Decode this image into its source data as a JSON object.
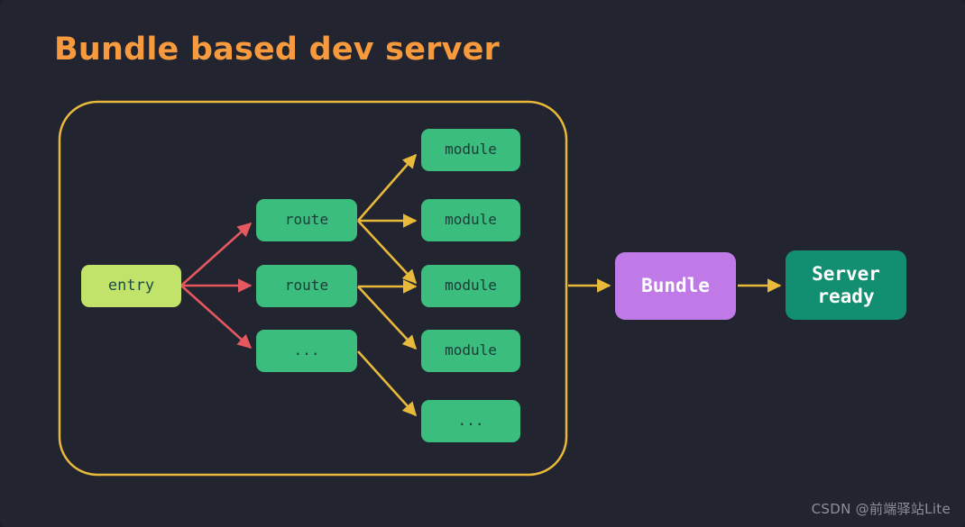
{
  "slide": {
    "title": "Bundle based dev server",
    "background_color": "#22242f",
    "title_color": "#f79a3e",
    "watermark": "CSDN @前端驿站Lite"
  },
  "container": {
    "name": "bundle-graph-container",
    "border_color": "#e8b93a"
  },
  "colors": {
    "entry_box": "#c1e36a",
    "route_box": "#3bbd7e",
    "module_box": "#3bbd7e",
    "bundle_box": "#c07ae8",
    "server_box": "#128f71",
    "entry_arrow": "#e5585f",
    "graph_arrow": "#e8b93a",
    "box_text_dark": "#1d3b38",
    "box_text_light": "#ffffff"
  },
  "nodes": {
    "entry": {
      "label": "entry"
    },
    "routes": [
      {
        "label": "route"
      },
      {
        "label": "route"
      },
      {
        "label": "..."
      }
    ],
    "modules": [
      {
        "label": "module"
      },
      {
        "label": "module"
      },
      {
        "label": "module"
      },
      {
        "label": "module"
      },
      {
        "label": "..."
      }
    ],
    "bundle": {
      "label": "Bundle"
    },
    "server": {
      "label": "Server\nready"
    }
  },
  "edges": [
    {
      "from": "entry",
      "to": "route-1",
      "color": "#e5585f"
    },
    {
      "from": "entry",
      "to": "route-2",
      "color": "#e5585f"
    },
    {
      "from": "entry",
      "to": "route-3",
      "color": "#e5585f"
    },
    {
      "from": "route-1",
      "to": "module-1",
      "color": "#e8b93a"
    },
    {
      "from": "route-1",
      "to": "module-2",
      "color": "#e8b93a"
    },
    {
      "from": "route-1",
      "to": "module-3",
      "color": "#e8b93a"
    },
    {
      "from": "route-2",
      "to": "module-3",
      "color": "#e8b93a"
    },
    {
      "from": "route-2",
      "to": "module-4",
      "color": "#e8b93a"
    },
    {
      "from": "route-3",
      "to": "module-5",
      "color": "#e8b93a"
    },
    {
      "from": "container",
      "to": "bundle",
      "color": "#e8b93a"
    },
    {
      "from": "bundle",
      "to": "server",
      "color": "#e8b93a"
    }
  ]
}
